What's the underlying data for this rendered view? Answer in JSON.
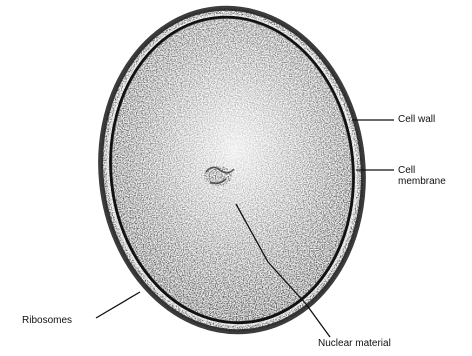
{
  "labels": {
    "cell_wall": "Cell wall",
    "cell_membrane_line1": "Cell",
    "cell_membrane_line2": "membrane",
    "ribosomes": "Ribosomes",
    "nuclear_material": "Nuclear material"
  },
  "colors": {
    "ink": "#111111",
    "stipple": "#2a2a2a",
    "background": "#ffffff"
  }
}
